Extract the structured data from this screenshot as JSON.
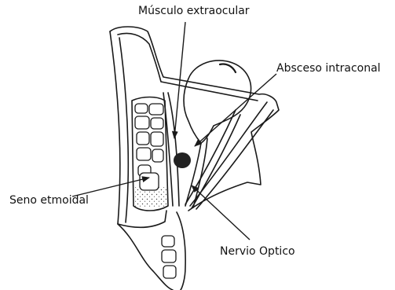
{
  "labels": {
    "musculo": "Músculo extraocular",
    "absceso": "Absceso intraconal",
    "seno": "Seno etmoidal",
    "nervio": "Nervio Optico"
  },
  "colors": {
    "ink": "#1a1a1a",
    "abscess": "#222222",
    "background": "#ffffff"
  }
}
